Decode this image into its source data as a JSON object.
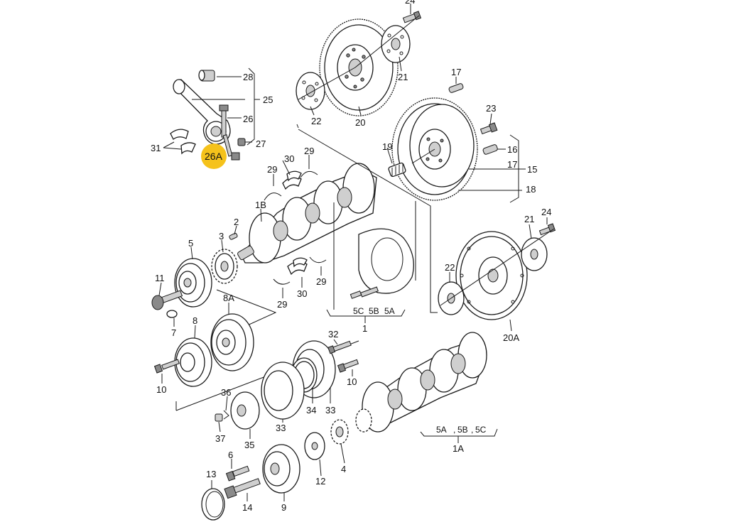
{
  "diagram": {
    "highlight_color": "#f5c21b",
    "highlight_label": "26A",
    "labels": {
      "l24_top": "24",
      "l21_top": "21",
      "l22_top": "22",
      "l20": "20",
      "l17_top": "17",
      "l23": "23",
      "l16": "16",
      "l17_mid": "17",
      "l15": "15",
      "l18": "18",
      "l19": "19",
      "l28": "28",
      "l25": "25",
      "l26": "26",
      "l27": "27",
      "l31": "31",
      "l30_top": "30",
      "l29_a": "29",
      "l29_b": "29",
      "l1B": "1B",
      "l2": "2",
      "l3": "3",
      "l5": "5",
      "l11": "11",
      "l7": "7",
      "l8A": "8A",
      "l8": "8",
      "l10_left": "10",
      "l30_mid": "30",
      "l29_c": "29",
      "l29_d": "29",
      "l5C": "5C",
      "l5B": "5B",
      "l5A": "5A",
      "l1": "1",
      "l21_right": "21",
      "l24_right": "24",
      "l22_right": "22",
      "l20A": "20A",
      "l32": "32",
      "l10_mid": "10",
      "l36": "36",
      "l37": "37",
      "l33_a": "33",
      "l34": "34",
      "l33_b": "33",
      "l35": "35",
      "l6": "6",
      "l13": "13",
      "l14": "14",
      "l9": "9",
      "l12": "12",
      "l4": "4",
      "l5A_b": "5A",
      "l5B_b": "5B",
      "l5C_b": "5C",
      "l1A": "1A",
      "comma_1": ",",
      "comma_2": ","
    }
  }
}
